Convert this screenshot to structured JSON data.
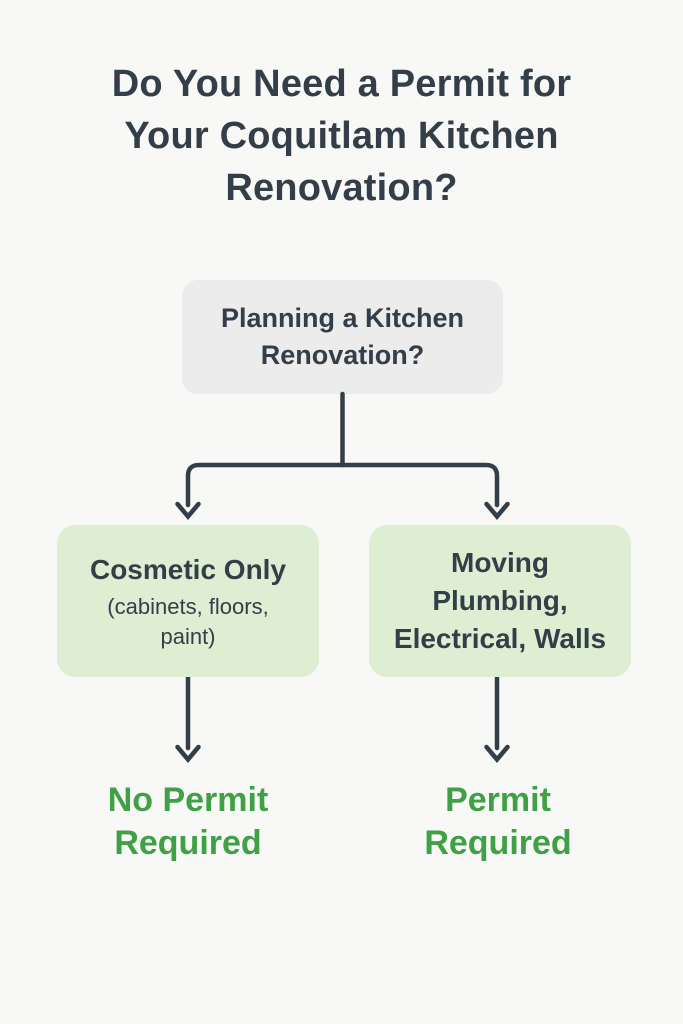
{
  "infographic": {
    "title": "Do You Need a Permit for\nYour Coquitlam Kitchen\nRenovation?",
    "root_node": {
      "label": "Planning a Kitchen\nRenovation?"
    },
    "branches": [
      {
        "id": "cosmetic-only",
        "box_title": "Cosmetic Only",
        "box_subtitle": "(cabinets, floors,\npaint)",
        "outcome": "No Permit\nRequired"
      },
      {
        "id": "moving-systems",
        "box_title": "Moving\nPlumbing,\nElectrical, Walls",
        "outcome": "Permit\nRequired"
      }
    ],
    "colors": {
      "background": "#f8f9f6",
      "title_text": "#333e48",
      "root_box_fill": "#ebeceb",
      "branch_box_fill": "#ddeed2",
      "connector": "#333e48",
      "outcome_text": "#3fa045"
    }
  }
}
